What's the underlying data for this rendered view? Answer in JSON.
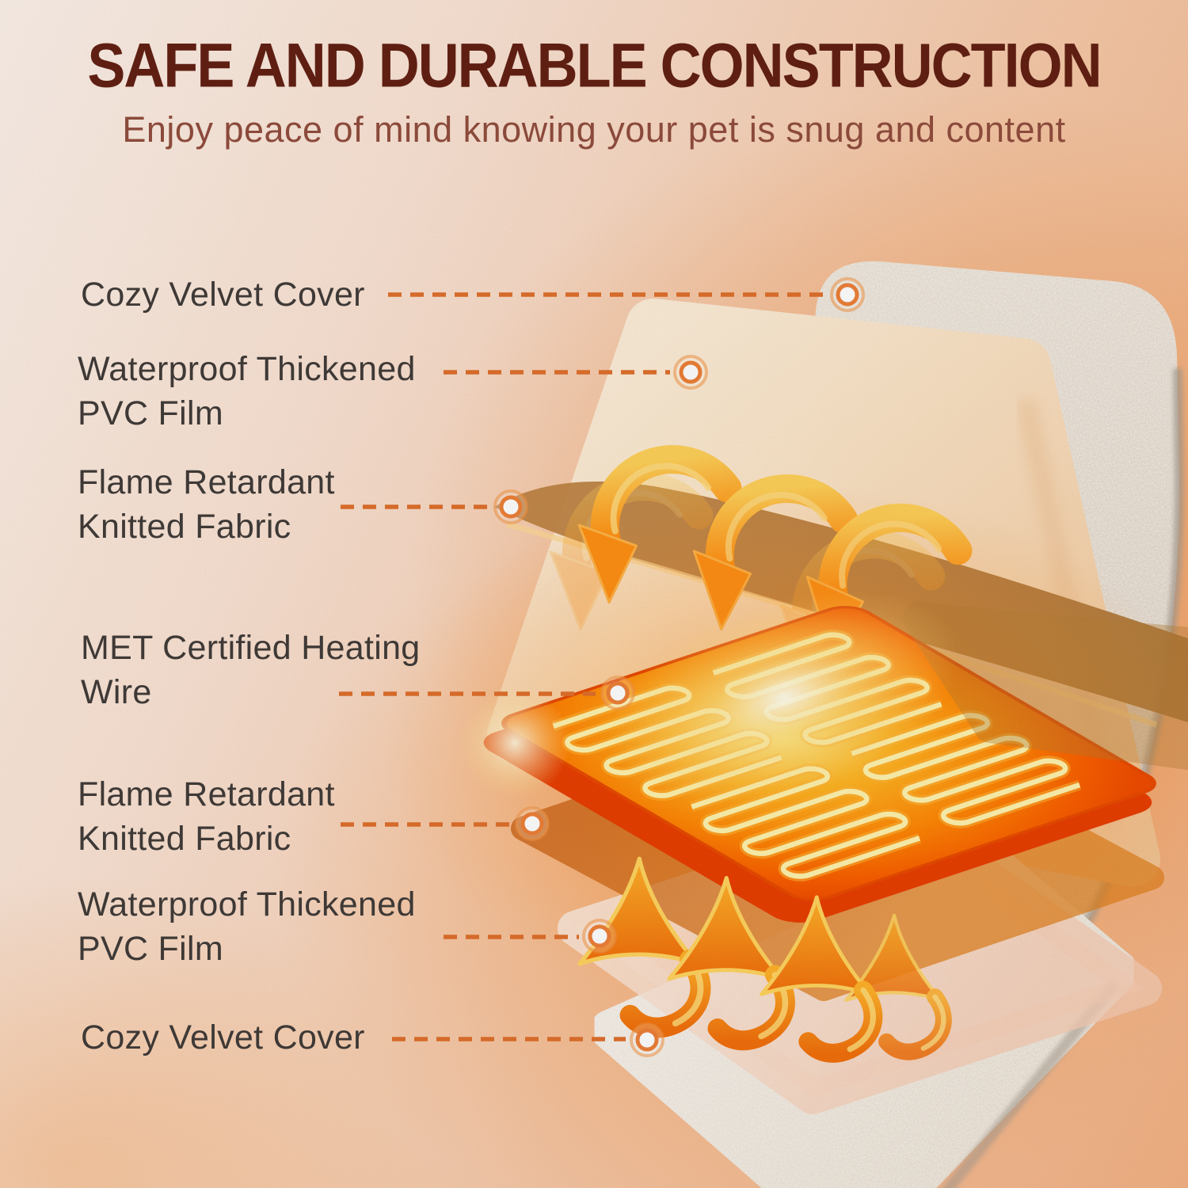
{
  "header": {
    "title": "SAFE AND DURABLE CONSTRUCTION",
    "subtitle": "Enjoy peace of mind knowing your pet is snug and content"
  },
  "layer_labels": [
    {
      "line1": "Cozy Velvet Cover",
      "line2": ""
    },
    {
      "line1": "Waterproof Thickened",
      "line2": "PVC Film"
    },
    {
      "line1": "Flame Retardant",
      "line2": "Knitted Fabric"
    },
    {
      "line1": "MET Certified Heating",
      "line2": "Wire"
    },
    {
      "line1": "Flame Retardant",
      "line2": "Knitted Fabric"
    },
    {
      "line1": "Waterproof Thickened",
      "line2": "PVC Film"
    },
    {
      "line1": "Cozy Velvet Cover",
      "line2": ""
    }
  ],
  "palette": {
    "title_text": "#5e1f12",
    "subtitle_text": "#8b4a3b",
    "label_text": "#3e3936",
    "leader_line": "#e0702c",
    "background_light": "#fdf2ea",
    "background_orange": "#f4b284",
    "velvet_cover": "#e9dfd2",
    "pvc_film": "#f9e4c9",
    "knitted_fabric": "#bd8a4d",
    "heating_plate": "#ff8606",
    "heating_wire": "#ffeb9a",
    "flame_arrow": "#f2700c"
  }
}
